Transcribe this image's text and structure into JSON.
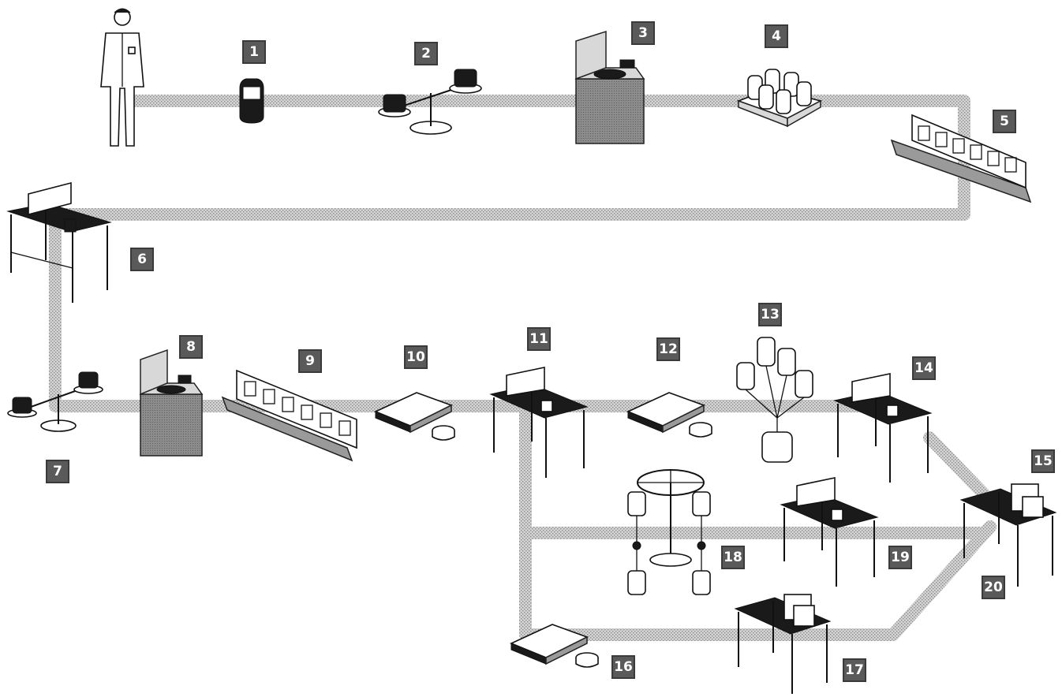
{
  "steps": [
    {
      "label": "1"
    },
    {
      "label": "2"
    },
    {
      "label": "3"
    },
    {
      "label": "4"
    },
    {
      "label": "5"
    },
    {
      "label": "6"
    },
    {
      "label": "7"
    },
    {
      "label": "8"
    },
    {
      "label": "9"
    },
    {
      "label": "10"
    },
    {
      "label": "11"
    },
    {
      "label": "12"
    },
    {
      "label": "13"
    },
    {
      "label": "14"
    },
    {
      "label": "15"
    },
    {
      "label": "16"
    },
    {
      "label": "17"
    },
    {
      "label": "18"
    },
    {
      "label": "19"
    },
    {
      "label": "20"
    }
  ],
  "colors": {
    "path": "#b8b8b8",
    "badge": "#5a5a5a",
    "ink": "#111111"
  },
  "icons": [
    "donor-figure-icon",
    "blood-bag-icon",
    "balance-scale-icon",
    "centrifuge-icon",
    "bag-basket-icon",
    "plasma-extractor-rack-icon",
    "workbench-sealer-icon",
    "digital-scale-icon",
    "bag-cluster-icon",
    "filter-stand-icon",
    "workbench-device-icon"
  ]
}
